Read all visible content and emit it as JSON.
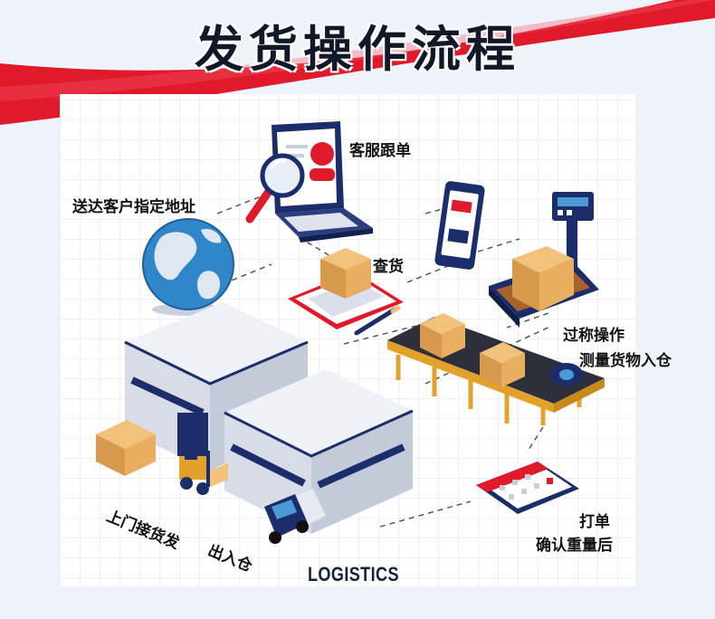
{
  "title": "发货操作流程",
  "steps": {
    "customer_service": "客服跟单",
    "delivery_address": "送达客户指定地址",
    "check_goods": "查货",
    "weighing_line1": "过称操作",
    "weighing_line2": "测量货物入仓",
    "print_line1": "打单",
    "print_line2": "确认重量后",
    "pickup": "上门接货发",
    "outbound": "出入仓"
  },
  "brand_text": "LOGISTICS",
  "colors": {
    "accent_red": "#e0192b",
    "navy": "#1b2d6b",
    "background": "#eef2f9"
  },
  "icons": [
    "globe-icon",
    "laptop-support-icon",
    "magnifier-icon",
    "smartphone-tracking-icon",
    "scale-icon",
    "parcel-box-icon",
    "clipboard-icon",
    "conveyor-belt-icon",
    "calendar-icon",
    "warehouse-icon",
    "forklift-icon",
    "delivery-truck-icon"
  ]
}
